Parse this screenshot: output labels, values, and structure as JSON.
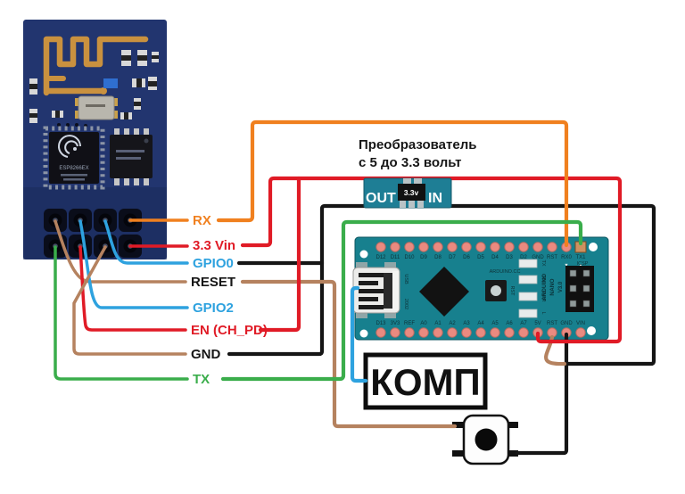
{
  "diagram": {
    "esp_labels": [
      {
        "label": "RX",
        "color": "#f0801f"
      },
      {
        "label": "3.3 Vin",
        "color": "#e01b26"
      },
      {
        "label": "GPIO0",
        "color": "#2ea2df"
      },
      {
        "label": "RESET",
        "color": "#161616"
      },
      {
        "label": "GPIO2",
        "color": "#2ea2df"
      },
      {
        "label": "EN (CH_PD)",
        "color": "#e01b26"
      },
      {
        "label": "GND",
        "color": "#161616"
      },
      {
        "label": "TX",
        "color": "#3aad4b"
      }
    ],
    "converter": {
      "title_line1": "Преобразователь",
      "title_line2": "с 5 до 3.3 вольт",
      "out_label": "OUT",
      "in_label": "IN",
      "chip_label": "3.3v"
    },
    "computer_label": "КОМП",
    "esp_chip_label": "ESP8266EX",
    "arduino": {
      "top_pins": [
        "D12",
        "D11",
        "D10",
        "D9",
        "D8",
        "D7",
        "D6",
        "D5",
        "D4",
        "D3",
        "D2",
        "GND",
        "RST",
        "RX0",
        "TX1"
      ],
      "bottom_pins": [
        "D13",
        "3V3",
        "REF",
        "A0",
        "A1",
        "A2",
        "A3",
        "A4",
        "A5",
        "A6",
        "A7",
        "5V",
        "RST",
        "GND",
        "VIN"
      ],
      "brand": "ARDUINO.CC",
      "reset_label": "RST",
      "icsp_label": "ICSP",
      "name_line1": "ARDUINO",
      "name_line2": "NANO",
      "name_line3": "V3.0",
      "leds": [
        "TX",
        "RX",
        "PWR",
        "L"
      ],
      "usb_label": "USB",
      "usb_marking": "2002",
      "rx_marker": "▼",
      "tx_marker": "▲"
    },
    "colors": {
      "orange": "#f0801f",
      "red": "#e01b26",
      "blue": "#2ea2df",
      "brown": "#b5825f",
      "green": "#3aad4b",
      "black": "#151515",
      "esp_pcb": "#22356f",
      "nano_pcb": "#17808e",
      "converter_pcb": "#1e7e95",
      "pin_salmon": "#ea8a80",
      "antenna_gold": "#c9913f"
    }
  }
}
